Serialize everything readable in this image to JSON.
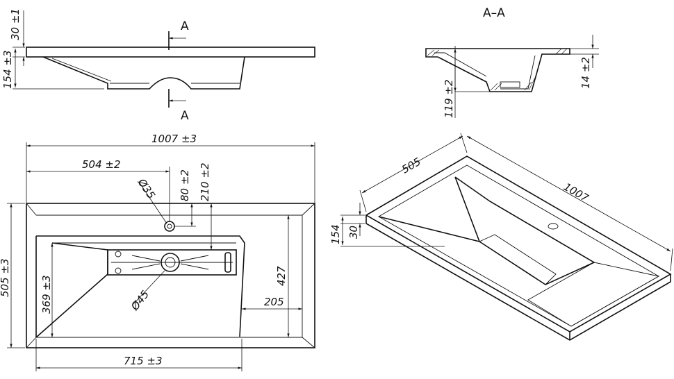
{
  "section": {
    "letter_top": "A",
    "letter_bottom": "A",
    "title": "A–A"
  },
  "dims": {
    "thickness_30": "30 ±1",
    "height_154": "154 ±3",
    "width_1007": "1007 ±3",
    "hole_504": "504 ±2",
    "hole_dia_35": "Ø35",
    "hole_80": "80 ±2",
    "drain_210": "210 ±2",
    "depth_505": "505 ±3",
    "bowl_369": "369 ±3",
    "drain_dia_45": "Ø45",
    "shelf_427": "427",
    "shelf_205": "205",
    "bowl_715": "715 ±3",
    "sec_119": "119 ±2",
    "sec_14": "14 ±2",
    "iso_505": "505",
    "iso_1007": "1007",
    "iso_154": "154",
    "iso_30": "30"
  }
}
